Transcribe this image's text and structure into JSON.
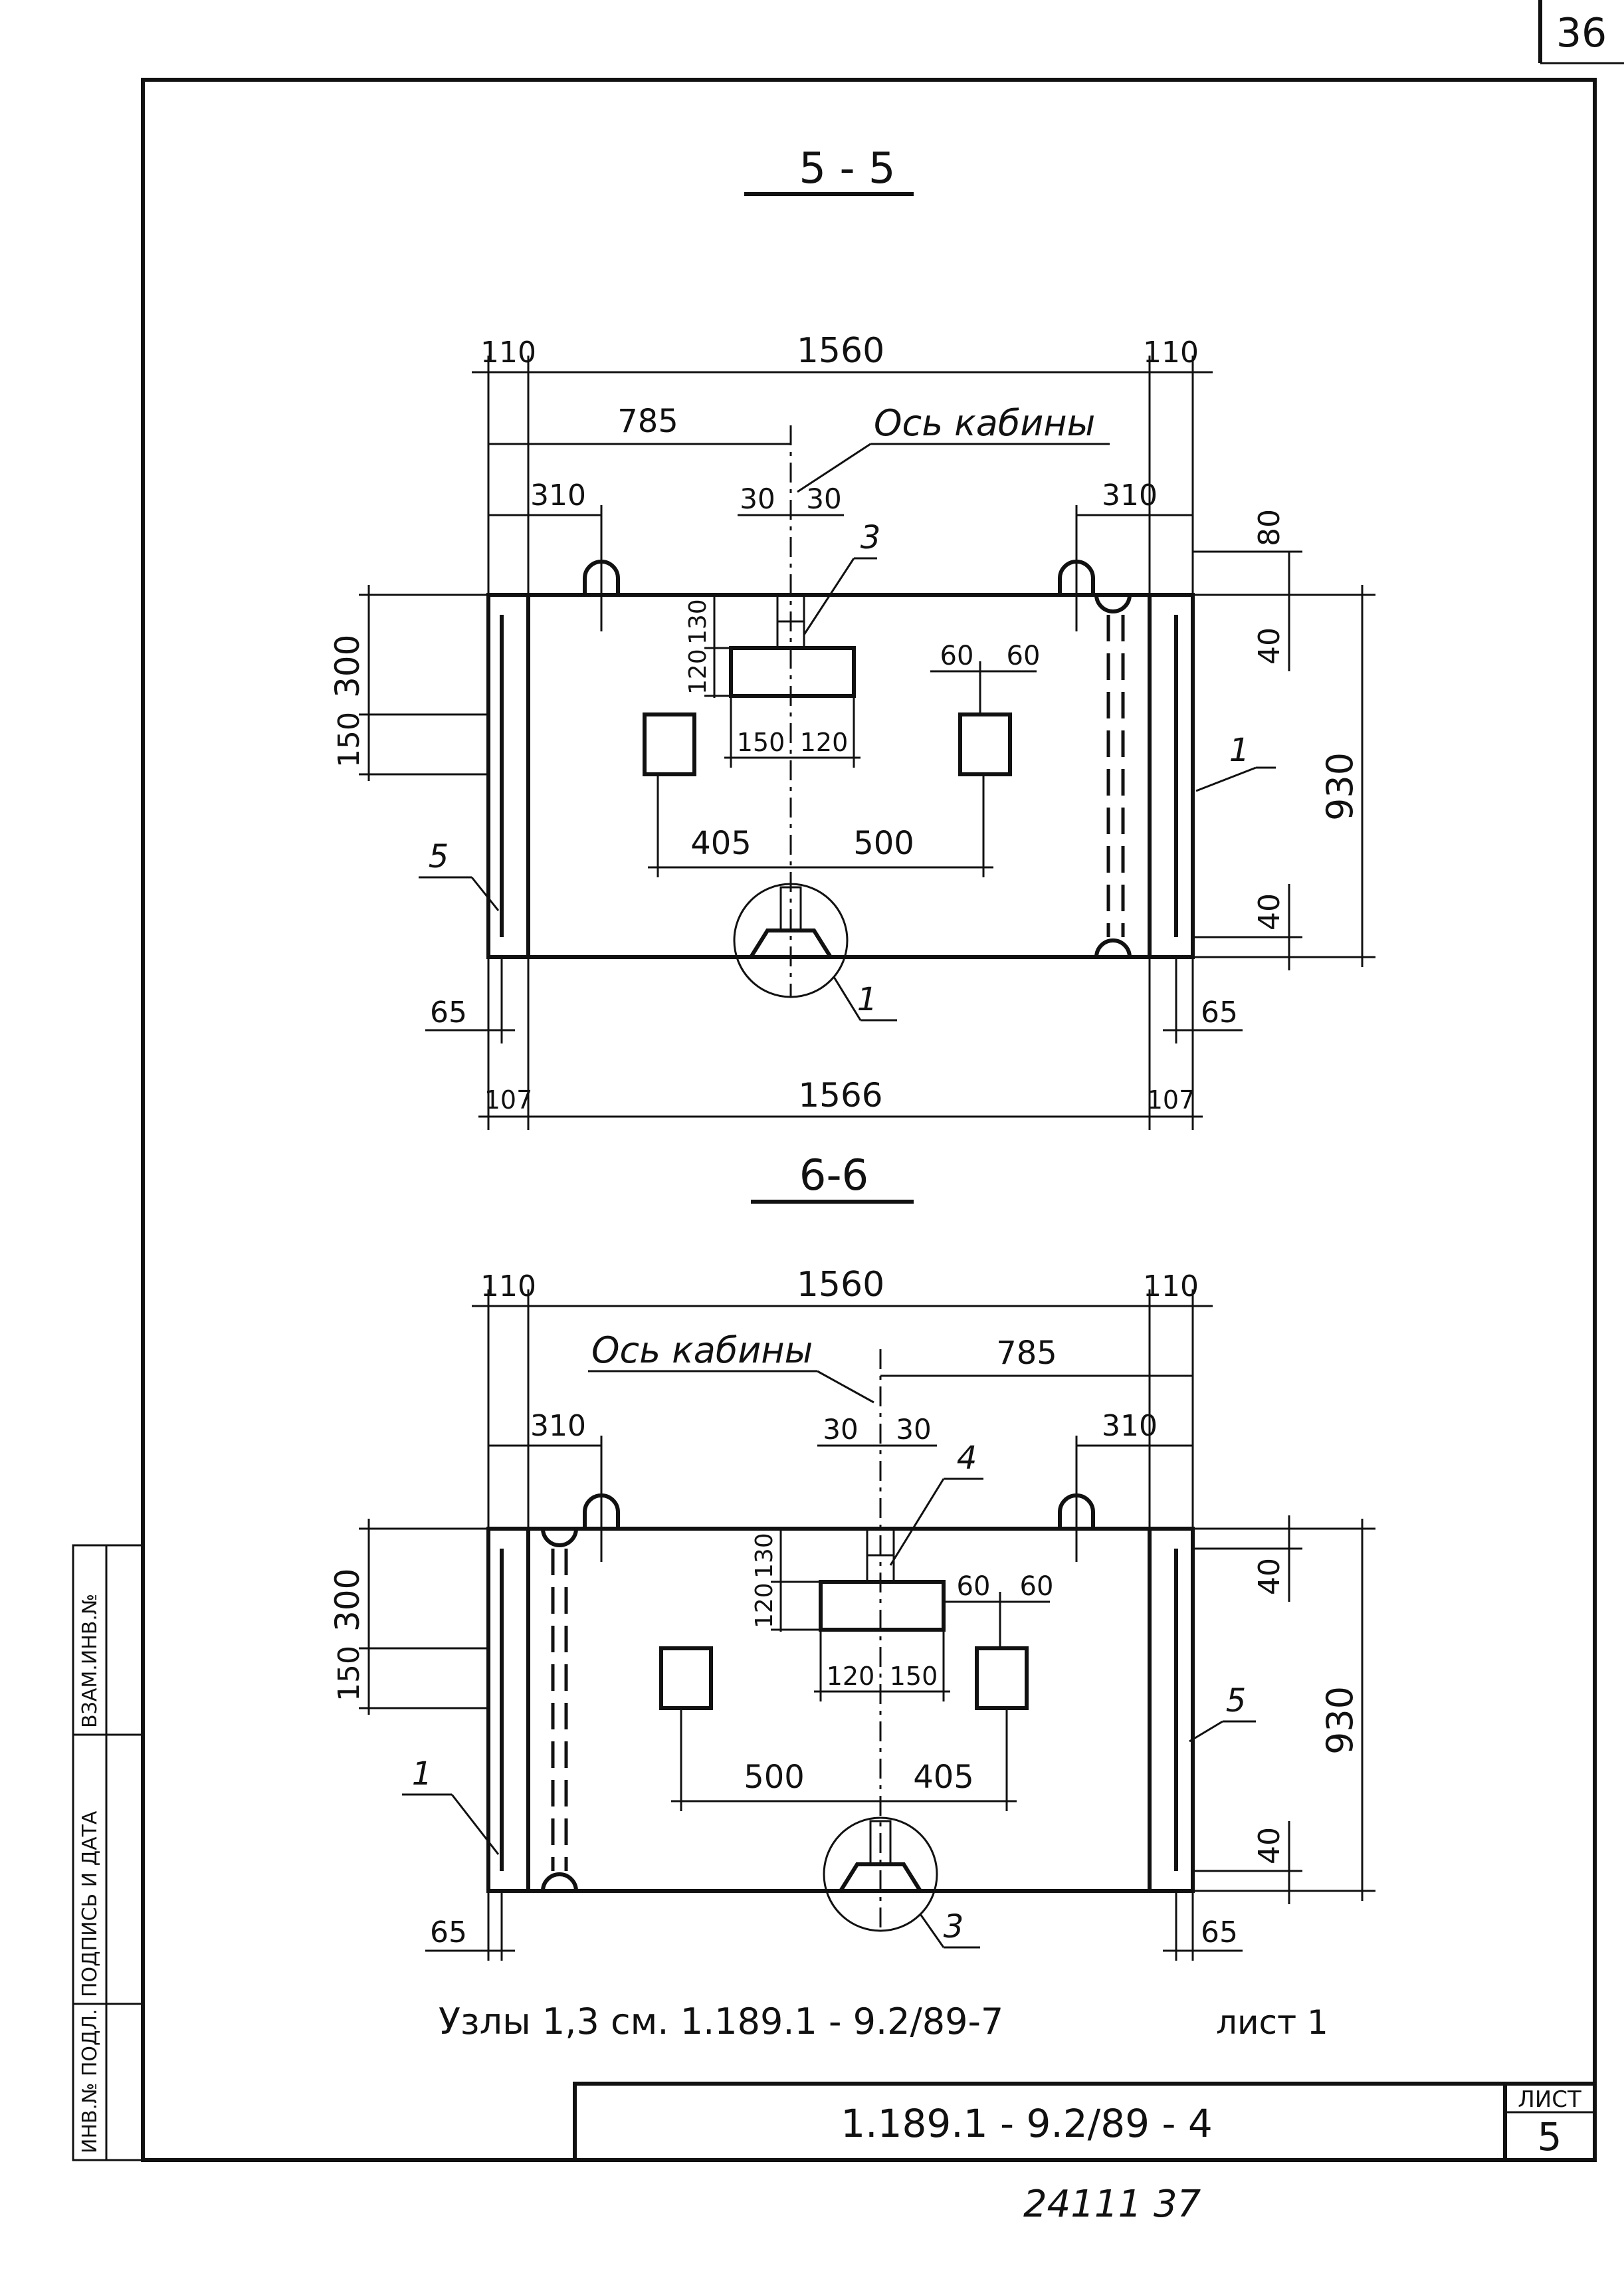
{
  "page_number": "36",
  "sections": {
    "s55": {
      "title": "5 - 5",
      "axis_label": "Ось кабины",
      "dims": {
        "top_left": "110",
        "top_total": "1560",
        "top_right": "110",
        "half": "785",
        "left_310": "310",
        "right_310": "310",
        "c30a": "30",
        "c30b": "30",
        "d80": "80",
        "d40top": "40",
        "d930": "930",
        "d40bot": "40",
        "d300": "300",
        "d150": "150",
        "d120": "120",
        "d130": "130",
        "w150": "150",
        "w120": "120",
        "g60a": "60",
        "g60b": "60",
        "d405": "405",
        "d500": "500",
        "b65l": "65",
        "b65r": "65",
        "b107l": "107",
        "b1566": "1566",
        "b107r": "107"
      },
      "callouts": {
        "c3": "3",
        "c1r": "1",
        "c5": "5",
        "c1b": "1"
      }
    },
    "s66": {
      "title": "6-6",
      "axis_label": "Ось кабины",
      "dims": {
        "top_left": "110",
        "top_total": "1560",
        "top_right": "110",
        "half": "785",
        "left_310": "310",
        "right_310": "310",
        "c30a": "30",
        "c30b": "30",
        "d40top": "40",
        "d930": "930",
        "d40bot": "40",
        "d300": "300",
        "d150": "150",
        "d120": "120",
        "d130": "130",
        "w120": "120",
        "w150": "150",
        "g60a": "60",
        "g60b": "60",
        "d500": "500",
        "d405": "405",
        "b65l": "65",
        "b65r": "65"
      },
      "callouts": {
        "c4": "4",
        "c1l": "1",
        "c5": "5",
        "c3b": "3"
      }
    }
  },
  "note": "Узлы 1,3 см. 1.189.1 - 9.2/89-7",
  "sheet_note": "лист 1",
  "stamp": {
    "labels": [
      "ИНВ.№ ПОДЛ.",
      "ПОДПИСЬ И ДАТА",
      "ВЗАМ.ИНВ.№"
    ],
    "doc_code": "1.189.1 - 9.2/89 - 4",
    "sheet_label": "ЛИСТ",
    "sheet_no": "5"
  },
  "bottom_code": "24111   37"
}
